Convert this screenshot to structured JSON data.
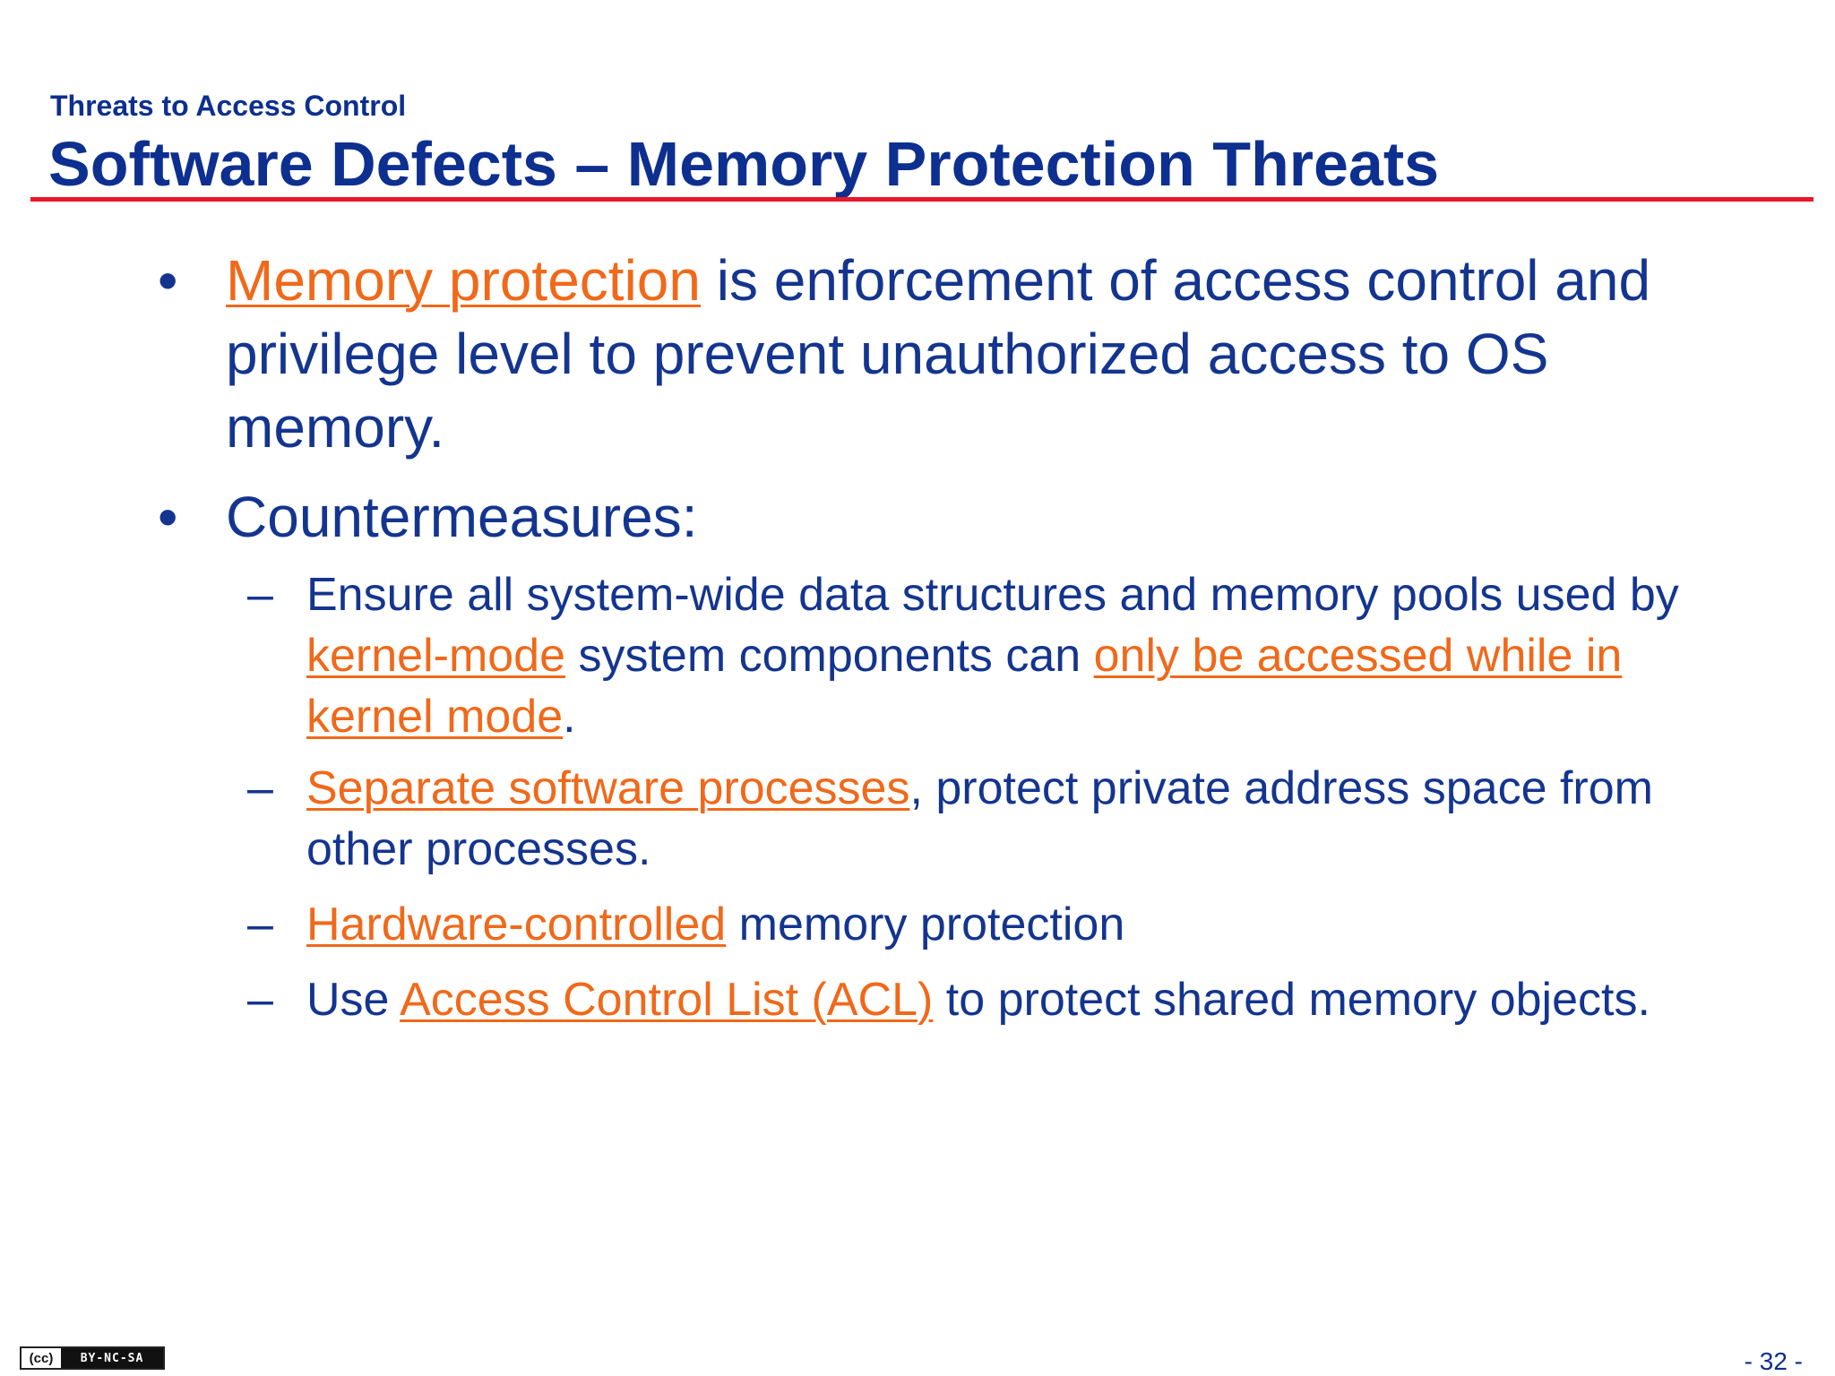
{
  "header": {
    "subtitle": "Threats to Access Control",
    "title": "Software Defects – Memory Protection Threats"
  },
  "bullets": {
    "b1": {
      "bullet": "•",
      "link": "Memory protection",
      "rest": " is enforcement of access control and privilege level to prevent unauthorized access to OS memory."
    },
    "b2": {
      "bullet": "•",
      "text": "Countermeasures:"
    }
  },
  "subbullets": {
    "dash": "–",
    "s1": {
      "t1": "Ensure all system-wide data structures and memory pools used by ",
      "l1": "kernel-mode",
      "t2": " system components can ",
      "l2": "only be accessed while in kernel mode",
      "t3": "."
    },
    "s2": {
      "l1": "Separate software processes",
      "t1": ", protect private address space from other processes."
    },
    "s3": {
      "l1": "Hardware-controlled",
      "t1": " memory protection"
    },
    "s4": {
      "t1": "Use ",
      "l1": "Access Control List (ACL)",
      "t2": " to protect shared memory objects."
    }
  },
  "footer": {
    "license_icon": "(cc)",
    "license_text": "BY-NC-SA",
    "page_number": "- 32 -"
  },
  "colors": {
    "title": "#0d2f8f",
    "body": "#14358f",
    "highlight": "#f0691a",
    "rule": "#e8182a"
  }
}
